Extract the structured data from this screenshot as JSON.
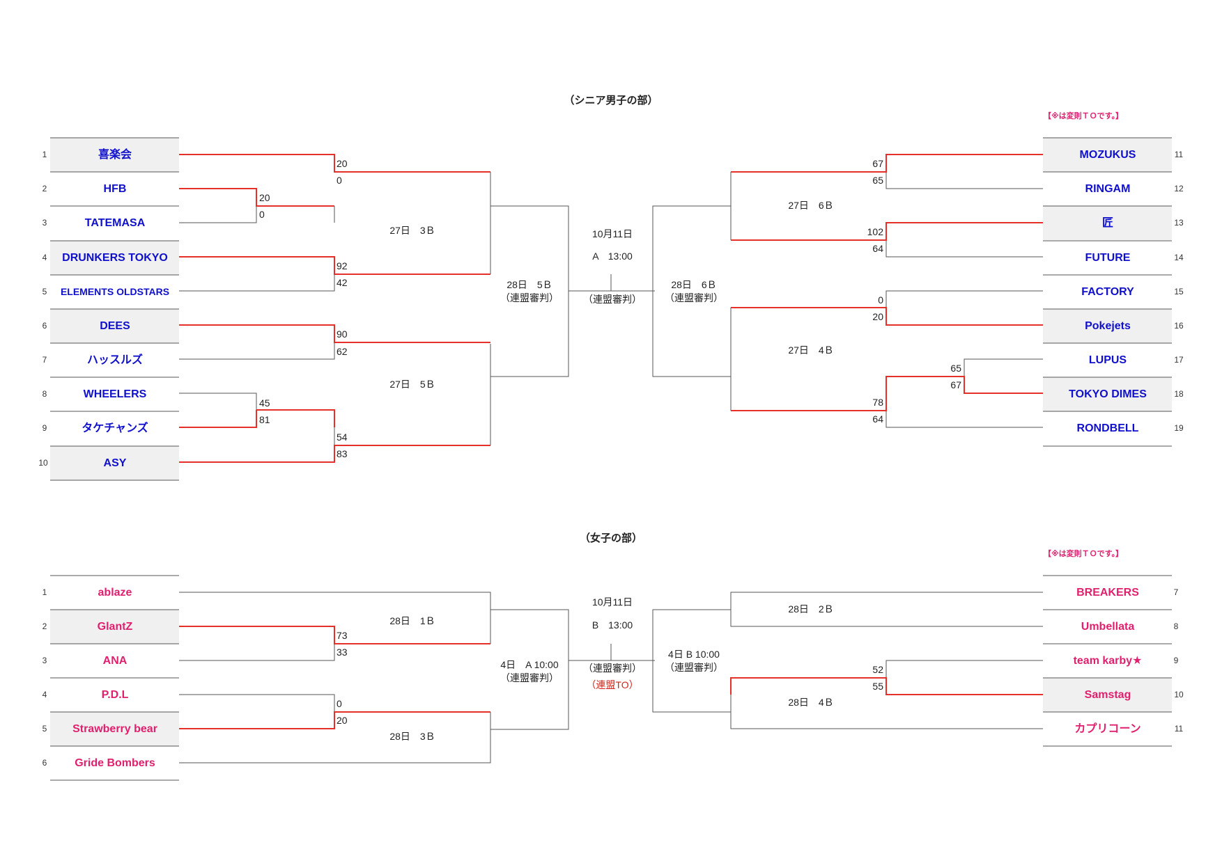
{
  "senior": {
    "title": "（シニア男子の部）",
    "note": "【※は変則ＴＯです。】",
    "left_teams": [
      {
        "no": "1",
        "name": "喜楽会"
      },
      {
        "no": "2",
        "name": "HFB"
      },
      {
        "no": "3",
        "name": "TATEMASA"
      },
      {
        "no": "4",
        "name": "DRUNKERS TOKYO"
      },
      {
        "no": "5",
        "name": "ELEMENTS OLDSTARS"
      },
      {
        "no": "6",
        "name": "DEES"
      },
      {
        "no": "7",
        "name": "ハッスルズ"
      },
      {
        "no": "8",
        "name": "WHEELERS"
      },
      {
        "no": "9",
        "name": "タケチャンズ"
      },
      {
        "no": "10",
        "name": "ASY"
      }
    ],
    "right_teams": [
      {
        "no": "11",
        "name": "MOZUKUS"
      },
      {
        "no": "12",
        "name": "RINGAM"
      },
      {
        "no": "13",
        "name": "匠"
      },
      {
        "no": "14",
        "name": "FUTURE"
      },
      {
        "no": "15",
        "name": "FACTORY"
      },
      {
        "no": "16",
        "name": "Pokejets"
      },
      {
        "no": "17",
        "name": "LUPUS"
      },
      {
        "no": "18",
        "name": "TOKYO DIMES"
      },
      {
        "no": "19",
        "name": "RONDBELL"
      }
    ],
    "scores": {
      "m_l1_top": "20",
      "m_l1_bot": "0",
      "m_l23_top": "20",
      "m_l23_bot": "0",
      "m_l45_top": "92",
      "m_l45_bot": "42",
      "m_l67_top": "90",
      "m_l67_bot": "62",
      "m_l89_top": "45",
      "m_l89_bot": "81",
      "m_l10_top": "54",
      "m_l10_bot": "83",
      "m_r1112_top": "67",
      "m_r1112_bot": "65",
      "m_r1314_top": "102",
      "m_r1314_bot": "64",
      "m_r1516_top": "0",
      "m_r1516_bot": "20",
      "m_r1718_top": "65",
      "m_r1718_bot": "67",
      "m_r19_top": "78",
      "m_r19_bot": "64"
    },
    "labels": {
      "left_upper": "27日　3Ｂ",
      "left_lower": "27日　5Ｂ",
      "left_semi_1": "28日　5Ｂ",
      "left_semi_2": "（連盟審判）",
      "right_upper": "27日　6Ｂ",
      "right_lower": "27日　4Ｂ",
      "right_semi_1": "28日　6Ｂ",
      "right_semi_2": "（連盟審判）",
      "final_date": "10月11日",
      "final_time": "A　13:00",
      "final_ref": "（連盟審判）"
    }
  },
  "women": {
    "title": "（女子の部）",
    "note": "【※は変則ＴＯです。】",
    "left_teams": [
      {
        "no": "1",
        "name": "ablaze"
      },
      {
        "no": "2",
        "name": "GlantZ"
      },
      {
        "no": "3",
        "name": "ANA"
      },
      {
        "no": "4",
        "name": "P.D.L"
      },
      {
        "no": "5",
        "name": "Strawberry bear"
      },
      {
        "no": "6",
        "name": "Gride Bombers"
      }
    ],
    "right_teams": [
      {
        "no": "7",
        "name": "BREAKERS"
      },
      {
        "no": "8",
        "name": "Umbellata"
      },
      {
        "no": "9",
        "name": "team karby★"
      },
      {
        "no": "10",
        "name": "Samstag"
      },
      {
        "no": "11",
        "name": "カプリコーン"
      }
    ],
    "scores": {
      "w_l23_top": "73",
      "w_l23_bot": "33",
      "w_l45_top": "0",
      "w_l45_bot": "20",
      "w_r910_top": "52",
      "w_r910_bot": "55"
    },
    "labels": {
      "left_upper": "28日　1Ｂ",
      "left_lower": "28日　3Ｂ",
      "left_semi_1": "4日　A 10:00",
      "left_semi_2": "（連盟審判）",
      "right_upper": "28日　2Ｂ",
      "right_lower": "28日　4Ｂ",
      "right_semi_1": "4日 B 10:00",
      "right_semi_2": "（連盟審判）",
      "final_date": "10月11日",
      "final_time": "B　13:00",
      "final_ref": "（連盟審判）",
      "final_to": "（連盟TO）"
    }
  },
  "colors": {
    "winner_line": "#e5302a",
    "line": "#555555",
    "shade": "#f0f0f0",
    "senior_team": "#1010cc",
    "women_team": "#e0206e"
  }
}
